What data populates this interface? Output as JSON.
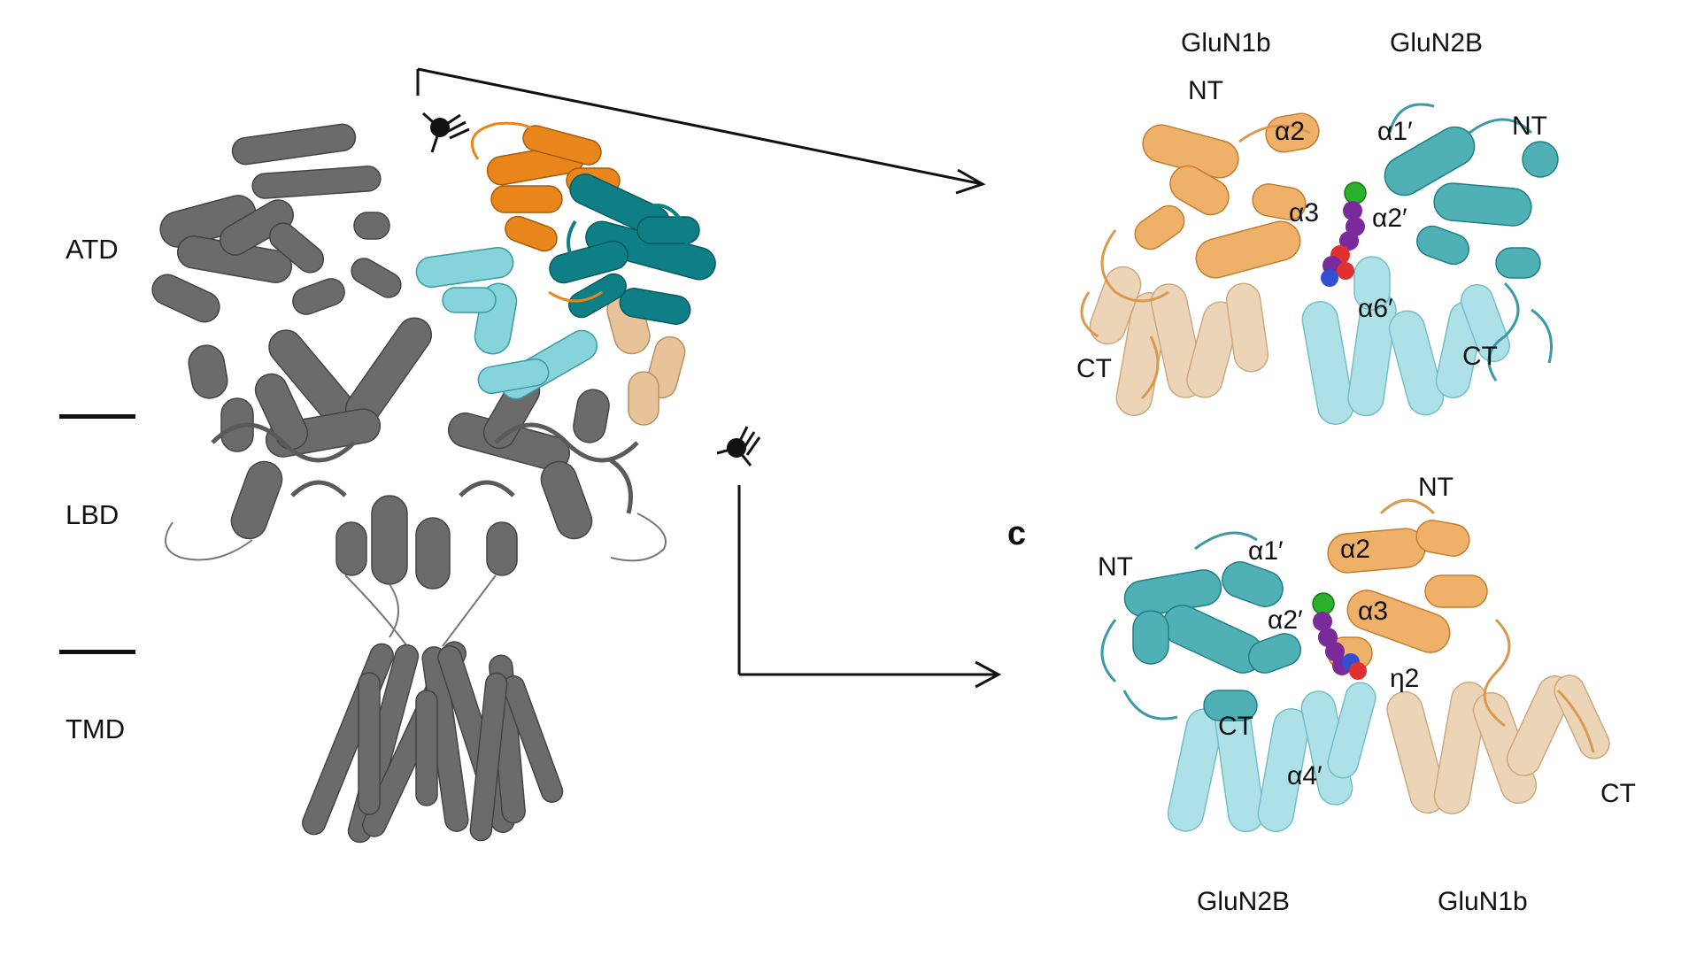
{
  "domain_labels": {
    "atd": "ATD",
    "lbd": "LBD",
    "tmd": "TMD"
  },
  "panel_letter": "c",
  "top_panel": {
    "subunit_left": "GluN1b",
    "subunit_right": "GluN2B",
    "nt_left": "NT",
    "nt_right": "NT",
    "ct_left": "CT",
    "ct_right": "CT",
    "a2": "α2",
    "a1p": "α1′",
    "a3": "α3",
    "a2p": "α2′",
    "a6p": "α6′"
  },
  "bottom_panel": {
    "nt_top": "NT",
    "nt_left": "NT",
    "a1p": "α1′",
    "a2": "α2",
    "a2p": "α2′",
    "a3": "α3",
    "eta2": "η2",
    "ct_left": "CT",
    "a4p": "α4′",
    "ct_right": "CT",
    "subunit_left": "GluN2B",
    "subunit_right": "GluN1b"
  },
  "colors": {
    "grey": "#6b6b6b",
    "orange": "#e8861c",
    "wheat": "#e8c39a",
    "teal": "#0f7f86",
    "cyan": "#86d3dc",
    "purple": "#7a2a9a",
    "green": "#2ab02a",
    "red": "#e03030"
  }
}
